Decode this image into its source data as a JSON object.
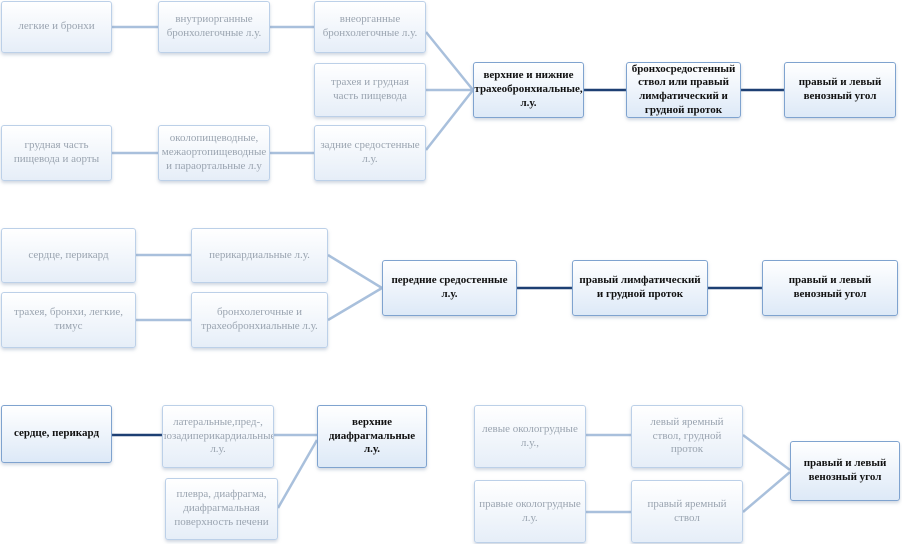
{
  "diagram": {
    "section1": {
      "lungs": "легкие и бронхи",
      "intraorgan_ln": "внутриорганные бронхолегочные л.у.",
      "extraorgan_ln": "внеорганные бронхолегочные л.у.",
      "trachea_esophagus": "трахея и грудная часть пищевода",
      "esophagus_aorta": "грудная часть пищевода и аорты",
      "periesophageal_ln": "околопищеводные, межаортопищеводные и параортальные л.у",
      "posterior_mediastinal_ln": "задние средостенные л.у.",
      "tracheobronchial_ln": "верхние и нижние трахеобронхиальные, л.у.",
      "bronchomediastinal_trunk": "бронхосредостенный ствол или правый лимфатический и грудной проток",
      "venous_angle": "правый и левый венозный угол"
    },
    "section2": {
      "heart_pericardium": "сердце, перикард",
      "pericardial_ln": "перикардиальные л.у.",
      "trachea_bronchi_thymus": "трахея, бронхи, легкие, тимус",
      "bronchopulmonary_tracheobronchial_ln": "бронхолегочные и трахеобронхиальные л.у.",
      "anterior_mediastinal_ln": "передние средостенные л.у.",
      "right_lymphatic_thoracic_duct": "правый лимфатический и грудной проток",
      "venous_angle": "правый и левый венозный угол"
    },
    "section3": {
      "heart_pericardium": "сердце, перикард",
      "lateral_prepericardial_ln": "латеральные,пред-, позадиперикардиальные л.у.",
      "pleura_diaphragm_liver": "плевра, диафрагма, диафрагмальная поверхность печени",
      "upper_diaphragmatic_ln": "верхние диафрагмальные л.у.",
      "left_parasternal_ln": "левые окологрудные л.у.,",
      "right_parasternal_ln": "правые окологрудные л.у.",
      "left_jugular_trunk": "левый яремный ствол, грудной проток",
      "right_jugular_trunk": "правый яремный ствол",
      "venous_angle": "правый и левый венозный угол"
    }
  }
}
